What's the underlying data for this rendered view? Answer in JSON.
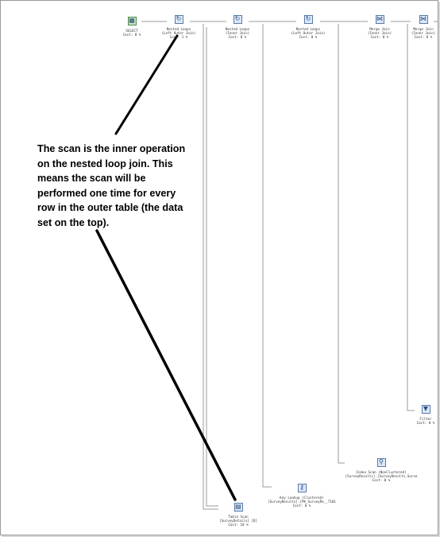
{
  "nodes": {
    "select": {
      "icon": "select-icon",
      "title": "SELECT",
      "cost": "Cost: 0 %"
    },
    "nested_loops_1": {
      "icon": "nested-loops-icon",
      "title": "Nested Loops",
      "subtitle": "(Left Outer Join)",
      "cost": "Cost: 1 %"
    },
    "nested_loops_2": {
      "icon": "nested-loops-icon",
      "title": "Nested Loops",
      "subtitle": "(Inner Join)",
      "cost": "Cost: 0 %"
    },
    "nested_loops_3": {
      "icon": "nested-loops-icon",
      "title": "Nested Loops",
      "subtitle": "(Left Outer Join)",
      "cost": "Cost: 0 %"
    },
    "merge_join_1": {
      "icon": "merge-join-icon",
      "title": "Merge Join",
      "subtitle": "(Inner Join)",
      "cost": "Cost: 0 %"
    },
    "merge_join_2": {
      "icon": "merge-join-icon",
      "title": "Merge Join",
      "subtitle": "(Inner Join)",
      "cost": "Cost: 0 %"
    },
    "filter": {
      "icon": "filter-icon",
      "title": "Filter",
      "cost": "Cost: 0 %"
    },
    "index_scan": {
      "icon": "index-scan-icon",
      "title": "Index Scan (NonClustered)",
      "subtitle": "[SurveyResults].[SurveyResults_Surve",
      "cost": "Cost: 0 %"
    },
    "key_lookup": {
      "icon": "key-lookup-icon",
      "title": "Key Lookup (Clustered)",
      "subtitle": "[SurveyResults].[PK_SurveyRe__7101",
      "cost": "Cost: 0 %"
    },
    "table_scan": {
      "icon": "table-scan-icon",
      "title": "Table Scan",
      "subtitle": "[SurveyDetails] [D]",
      "cost": "Cost: 10 %"
    }
  },
  "callout": {
    "lines": [
      "The scan is the inner operation",
      "on the nested loop join. This",
      "means the scan will be",
      "performed one time for every",
      "row in the outer table (the data",
      "set on the top)."
    ]
  }
}
